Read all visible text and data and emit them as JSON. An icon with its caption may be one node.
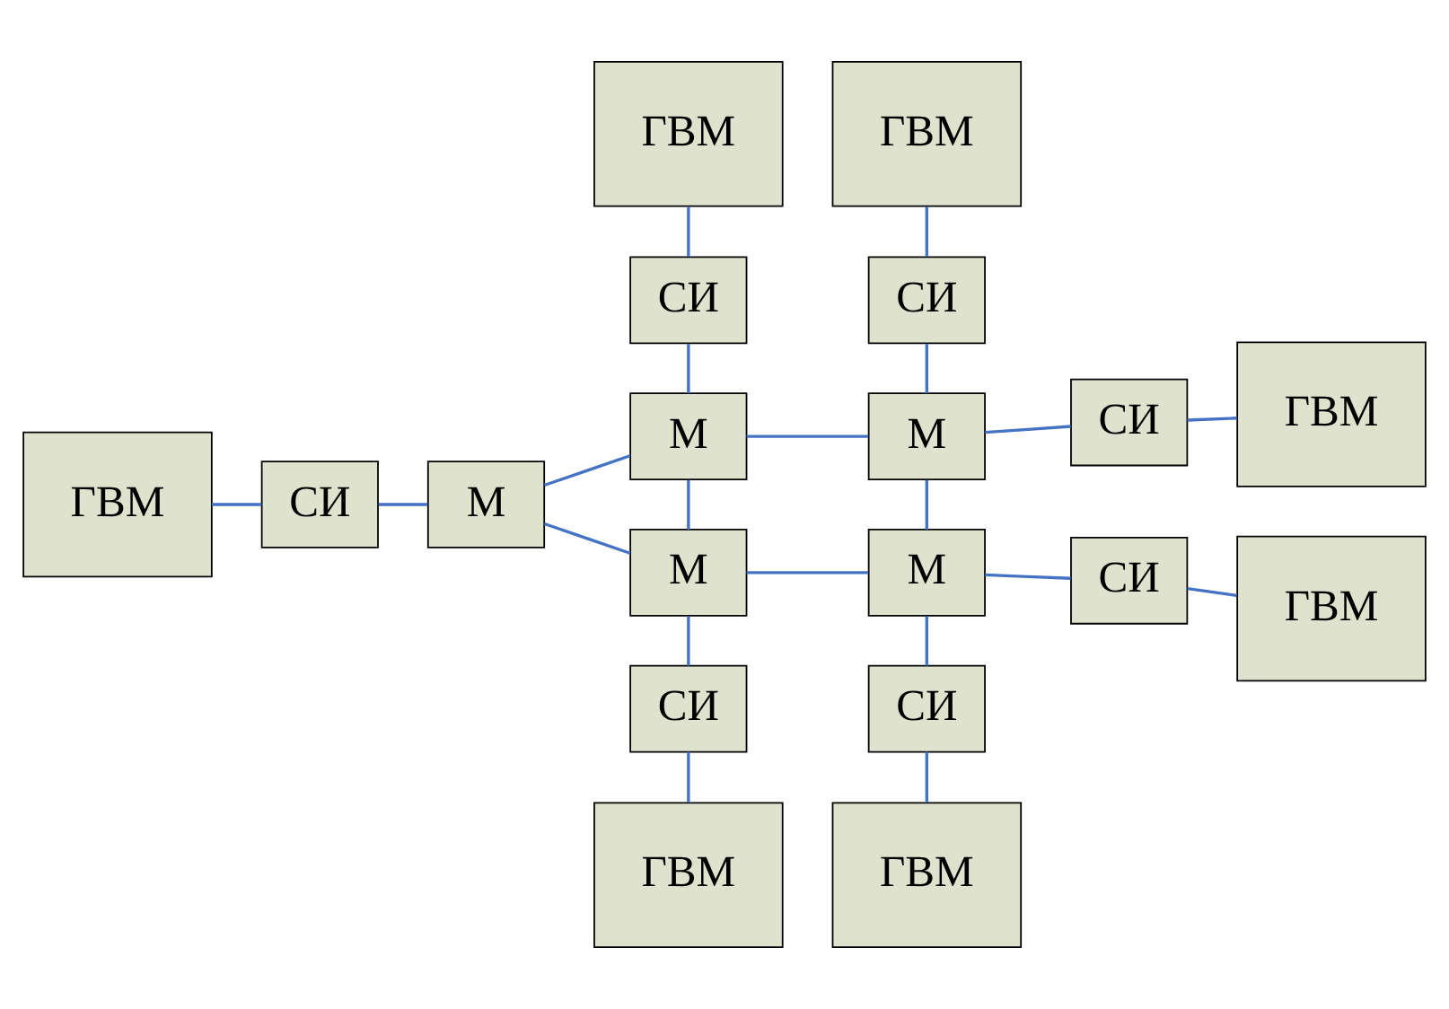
{
  "diagram": {
    "nodes": [
      {
        "text": [
          "ГВМ"
        ]
      },
      {
        "text": [
          "ГВМ"
        ]
      },
      {
        "text": [
          "СИ"
        ]
      },
      {
        "text": [
          "СИ"
        ]
      },
      {
        "text": [
          "М"
        ]
      },
      {
        "text": [
          "М"
        ]
      },
      {
        "text": [
          "СИ"
        ]
      },
      {
        "text": [
          "ГВМ"
        ]
      },
      {
        "text": [
          "ГВМ"
        ]
      },
      {
        "text": [
          "СИ"
        ]
      },
      {
        "text": [
          "М"
        ]
      },
      {
        "text": [
          "М"
        ]
      },
      {
        "text": [
          "М"
        ]
      },
      {
        "text": [
          "СИ"
        ]
      },
      {
        "text": [
          "ГВМ"
        ]
      },
      {
        "text": [
          "СИ"
        ]
      },
      {
        "text": [
          "СИ"
        ]
      },
      {
        "text": [
          "ГВМ"
        ]
      },
      {
        "text": [
          "ГВМ"
        ]
      }
    ],
    "edges": [
      {
        "from": 0,
        "to": 2,
        "arrow": "none"
      },
      {
        "from": 2,
        "to": 4,
        "arrow": "none"
      },
      {
        "from": 1,
        "to": 3,
        "arrow": "none"
      },
      {
        "from": 3,
        "to": 5,
        "arrow": "none"
      },
      {
        "from": 4,
        "to": 5,
        "arrow": "none"
      },
      {
        "from": 5,
        "to": 6,
        "arrow": "none"
      },
      {
        "from": 6,
        "to": 7,
        "arrow": "none"
      },
      {
        "from": 8,
        "to": 9,
        "arrow": "none"
      },
      {
        "from": 9,
        "to": 10,
        "arrow": "none"
      },
      {
        "from": 10,
        "to": 4,
        "arrow": "none"
      },
      {
        "from": 10,
        "to": 11,
        "arrow": "none"
      },
      {
        "from": 4,
        "to": 11,
        "arrow": "none"
      },
      {
        "from": 5,
        "to": 12,
        "arrow": "none"
      },
      {
        "from": 11,
        "to": 12,
        "arrow": "none"
      },
      {
        "from": 12,
        "to": 13,
        "arrow": "none"
      },
      {
        "from": 13,
        "to": 14,
        "arrow": "none"
      },
      {
        "from": 11,
        "to": 15,
        "arrow": "none"
      },
      {
        "from": 15,
        "to": 17,
        "arrow": "none"
      },
      {
        "from": 12,
        "to": 16,
        "arrow": "none"
      },
      {
        "from": 16,
        "to": 18,
        "arrow": "none"
      }
    ]
  }
}
